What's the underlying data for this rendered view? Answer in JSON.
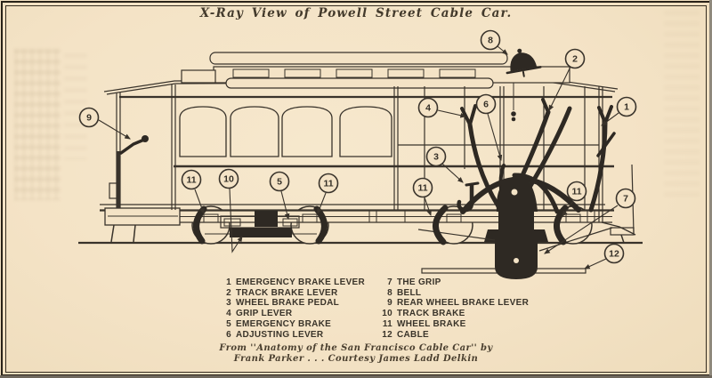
{
  "page": {
    "title": "X-Ray View of Powell Street Cable Car.",
    "attribution": {
      "line1": "From ''Anatomy of the San Francisco Cable Car'' by",
      "line2": "Frank Parker . . . Courtesy James Ladd Delkin"
    },
    "colors": {
      "paper": "#f4e3c6",
      "ink": "#39332b",
      "dark_fill": "#2e2923",
      "frame": "#292218"
    }
  },
  "diagram": {
    "kind": "labeled cutaway illustration",
    "subject": "Powell Street cable car, side view with numbered parts",
    "markers": [
      {
        "number": "1"
      },
      {
        "number": "2"
      },
      {
        "number": "3"
      },
      {
        "number": "4"
      },
      {
        "number": "5"
      },
      {
        "number": "6"
      },
      {
        "number": "7"
      },
      {
        "number": "8"
      },
      {
        "number": "9"
      },
      {
        "number": "10"
      },
      {
        "number": "11"
      },
      {
        "number": "11"
      },
      {
        "number": "11"
      },
      {
        "number": "11"
      },
      {
        "number": "12"
      }
    ],
    "legend": {
      "left": [
        {
          "num": "1",
          "label": "EMERGENCY BRAKE LEVER"
        },
        {
          "num": "2",
          "label": "TRACK BRAKE LEVER"
        },
        {
          "num": "3",
          "label": "WHEEL BRAKE PEDAL"
        },
        {
          "num": "4",
          "label": "GRIP LEVER"
        },
        {
          "num": "5",
          "label": "EMERGENCY BRAKE"
        },
        {
          "num": "6",
          "label": "ADJUSTING LEVER"
        }
      ],
      "right": [
        {
          "num": "7",
          "label": "THE GRIP"
        },
        {
          "num": "8",
          "label": "BELL"
        },
        {
          "num": "9",
          "label": "REAR WHEEL BRAKE LEVER"
        },
        {
          "num": "10",
          "label": "TRACK BRAKE"
        },
        {
          "num": "11",
          "label": "WHEEL BRAKE"
        },
        {
          "num": "12",
          "label": "CABLE"
        }
      ]
    }
  }
}
